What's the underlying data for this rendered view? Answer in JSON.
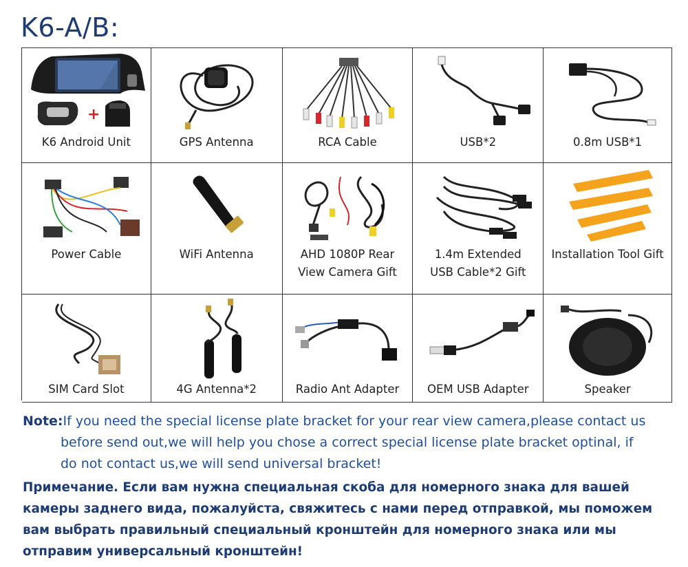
{
  "title": "K6-A/B:",
  "cells": [
    {
      "label": "K6 Android Unit"
    },
    {
      "label": "GPS Antenna"
    },
    {
      "label": "RCA Cable"
    },
    {
      "label": "USB*2"
    },
    {
      "label": "0.8m USB*1"
    },
    {
      "label": "Power Cable"
    },
    {
      "label": "WiFi Antenna"
    },
    {
      "label": "AHD 1080P Rear\nView Camera Gift"
    },
    {
      "label": "1.4m Extended\nUSB Cable*2 Gift"
    },
    {
      "label": "Installation Tool Gift"
    },
    {
      "label": "SIM Card Slot"
    },
    {
      "label": "4G Antenna*2"
    },
    {
      "label": "Radio Ant Adapter"
    },
    {
      "label": "OEM USB Adapter"
    },
    {
      "label": "Speaker"
    }
  ],
  "note": {
    "label": "Note:",
    "line1": "If you need the special license plate bracket for your rear view camera,please contact us",
    "line2": "before send out,we will help you chose a correct special license plate bracket optinal, if",
    "line3": "do not contact us,we will send universal bracket!"
  },
  "note_ru": "Примечание. Если вам нужна специальная скоба для номерного знака для вашей камеры заднего вида, пожалуйста, свяжитесь с нами перед отправкой, мы поможем вам выбрать правильный специальный кронштейн для номерного знака или мы отправим универсальный кронштейн!",
  "colors": {
    "title": "#1e3c74",
    "note_text": "#1e4f9c",
    "tool_orange": "#f5a21c"
  }
}
